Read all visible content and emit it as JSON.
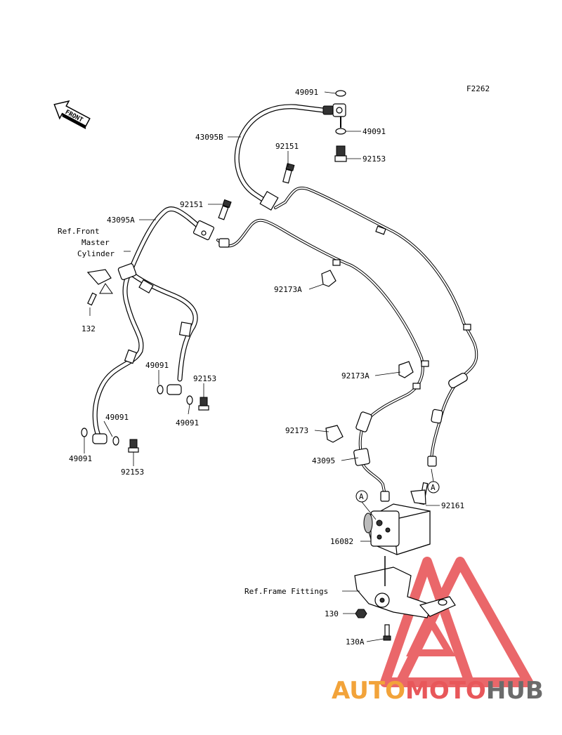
{
  "figure_code": "F2262",
  "front_arrow_text": "FRONT",
  "callout_letter": "A",
  "labels": {
    "l49091_top": "49091",
    "l49091_mid": "49091",
    "l92153_top": "92153",
    "l43095B": "43095B",
    "l92151_a": "92151",
    "l92151_b": "92151",
    "l43095A": "43095A",
    "ref_front_1": "Ref.Front",
    "ref_front_2": "Master",
    "ref_front_3": "Cylinder",
    "l132": "132",
    "l92173A_a": "92173A",
    "l92173A_b": "92173A",
    "l92173": "92173",
    "l43095": "43095",
    "l49091_l1": "49091",
    "l92153_l1": "92153",
    "l49091_l2": "49091",
    "l49091_l3": "49091",
    "l49091_l4": "49091",
    "l92153_l2": "92153",
    "l92161": "92161",
    "l16082": "16082",
    "ref_frame": "Ref.Frame Fittings",
    "l130": "130",
    "l130A": "130A"
  },
  "watermark": {
    "part1": "AUTO",
    "part2": "MOTO",
    "part3": "HUB",
    "colors": {
      "red": "#e8575a",
      "orange": "#f2a33a",
      "grey": "#6b6b6b"
    }
  }
}
